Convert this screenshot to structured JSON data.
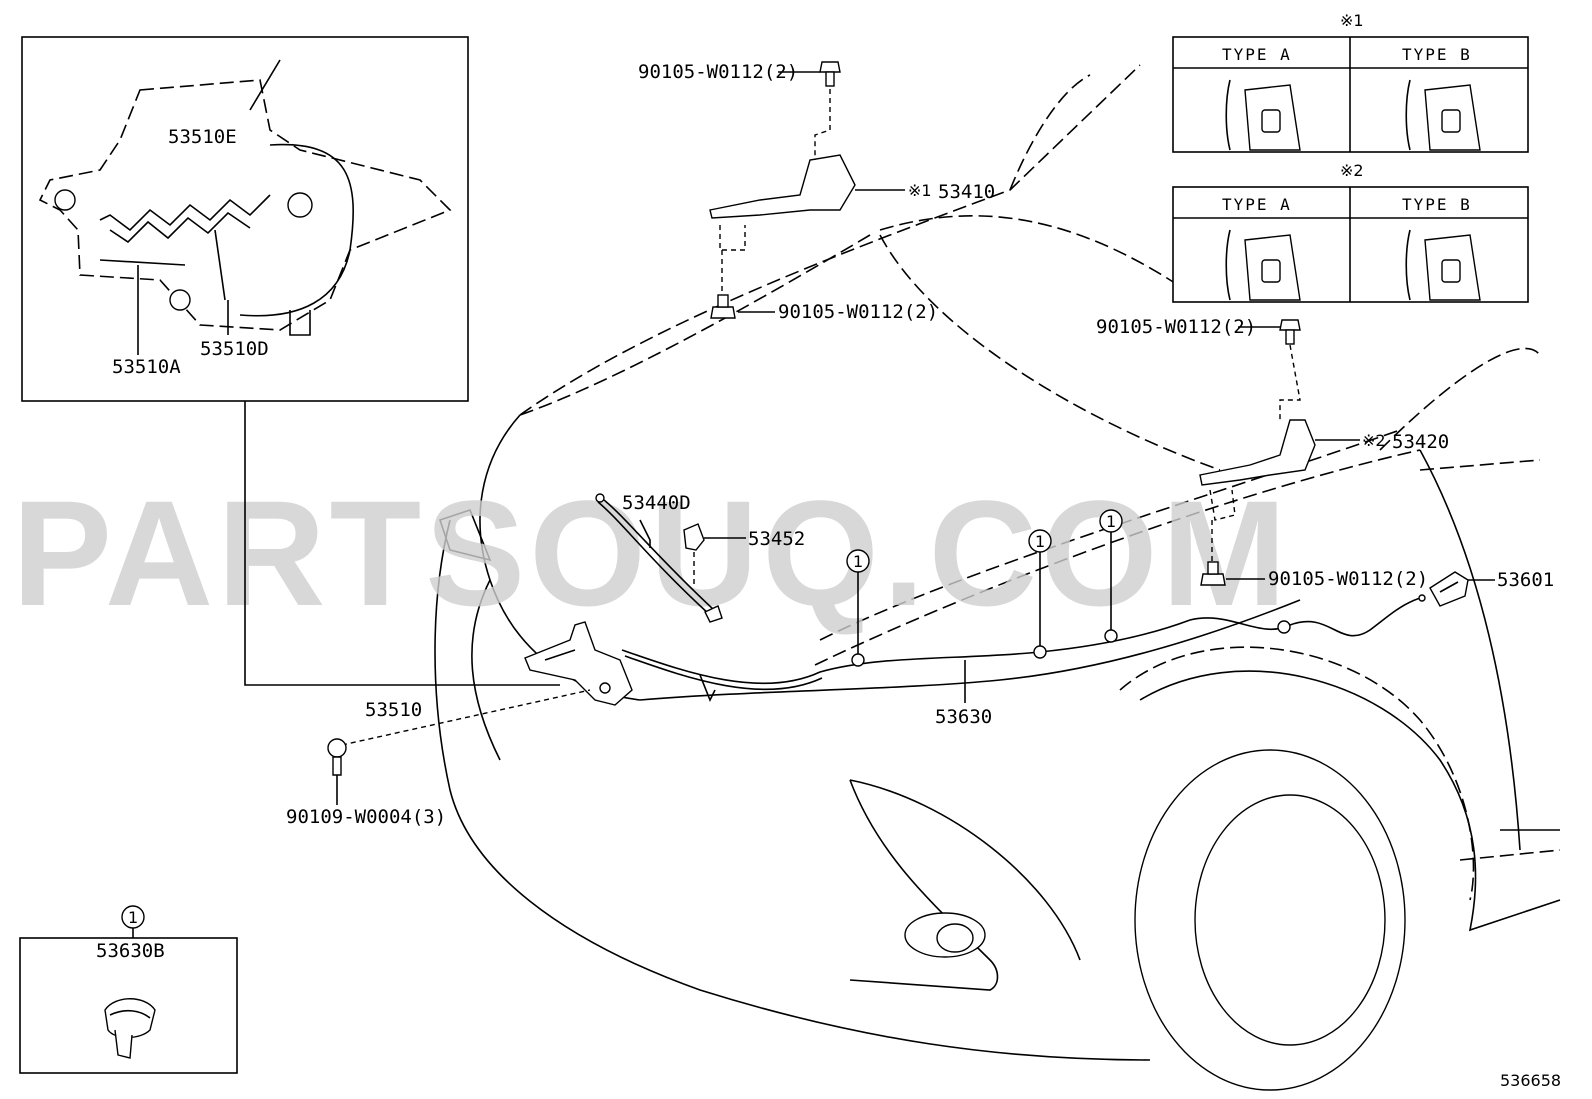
{
  "watermark": "PARTSOUQ.COM",
  "diagram_id": "536658",
  "notes": {
    "note1_mark": "※1",
    "note2_mark": "※2",
    "type_a": "TYPE A",
    "type_b": "TYPE B"
  },
  "callouts": {
    "p53510E": "53510E",
    "p53510A": "53510A",
    "p53510D": "53510D",
    "p53510": "53510",
    "p53410": "53410",
    "p53410_mark": "※1",
    "p53420": "53420",
    "p53420_mark": "※2",
    "p53440D": "53440D",
    "p53452": "53452",
    "p53630": "53630",
    "p53601": "53601",
    "p53630B": "53630B",
    "bolt_top": "90105-W0112(2)",
    "bolt_hinge_l": "90105-W0112(2)",
    "bolt_right_top": "90105-W0112(2)",
    "bolt_right_low": "90105-W0112(2)",
    "bolt_lock": "90109-W0004(3)",
    "clip_marker": "1"
  }
}
